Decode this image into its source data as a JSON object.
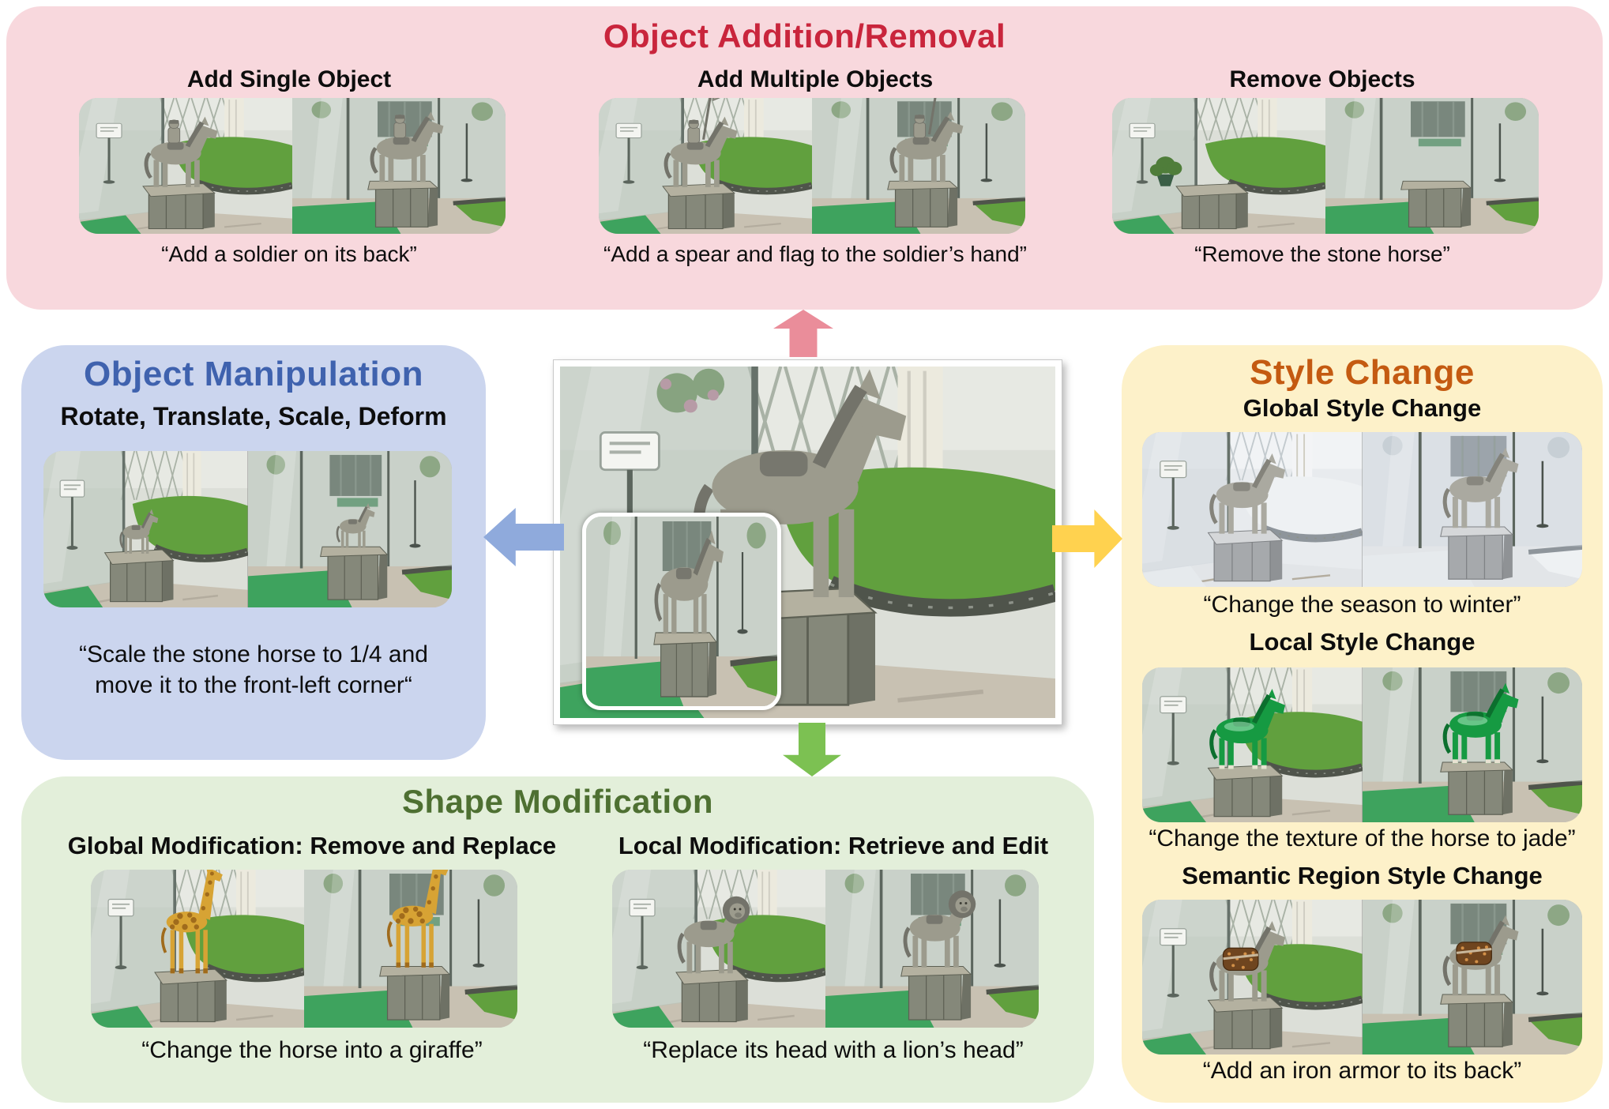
{
  "arrows": {
    "up_color": "#EA8D9A",
    "down_color": "#7CC152",
    "left_color": "#8FAADC",
    "right_color": "#FFD24F"
  },
  "addition": {
    "title": "Object Addition/Removal",
    "title_color": "#C9253C",
    "bg_color": "#F8D8DD",
    "single": {
      "heading": "Add Single Object",
      "caption": "“Add a soldier on its back”",
      "img1": "horse-soldier-A",
      "img2": "horse-soldier-B"
    },
    "multiple": {
      "heading": "Add Multiple Objects",
      "caption": "“Add a spear and flag to the soldier’s hand”",
      "img1": "horse-spear-A",
      "img2": "horse-spear-B"
    },
    "remove": {
      "heading": "Remove Objects",
      "caption": "“Remove the stone horse”",
      "img1": "empty-A",
      "img2": "empty-B"
    }
  },
  "manipulation": {
    "title": "Object Manipulation",
    "title_color": "#3F62AE",
    "bg_color": "#CBD5EE",
    "subtitle": "Rotate, Translate, Scale, Deform",
    "caption_line1": "“Scale the stone horse to 1/4 and",
    "caption_line2": "move it to the front-left corner“",
    "img1": "horse-small-A",
    "img2": "horse-small-B"
  },
  "style": {
    "title": "Style Change",
    "title_color": "#C45A11",
    "bg_color": "#FDF1C9",
    "global": {
      "heading": "Global Style Change",
      "caption": "“Change the season to winter”",
      "img1": "horse-winter-A",
      "img2": "horse-winter-B"
    },
    "local": {
      "heading": "Local Style Change",
      "caption": "“Change the texture of the horse to jade”",
      "img1": "horse-jade-A",
      "img2": "horse-jade-B"
    },
    "semantic": {
      "heading": "Semantic Region Style Change",
      "caption": "“Add an iron armor to its back”",
      "img1": "horse-armor-A",
      "img2": "horse-armor-B"
    }
  },
  "shape": {
    "title": "Shape Modification",
    "title_color": "#4E7032",
    "bg_color": "#E3EFDA",
    "global": {
      "heading": "Global Modification: Remove and Replace",
      "caption": "“Change the horse into a giraffe”",
      "img1": "giraffe-A",
      "img2": "giraffe-B"
    },
    "local": {
      "heading": "Local Modification: Retrieve and Edit",
      "caption": "“Replace its head with a lion’s head”",
      "img1": "lion-A",
      "img2": "lion-B"
    }
  },
  "center": {
    "main": "horse-center",
    "inset": "horse-inset"
  }
}
